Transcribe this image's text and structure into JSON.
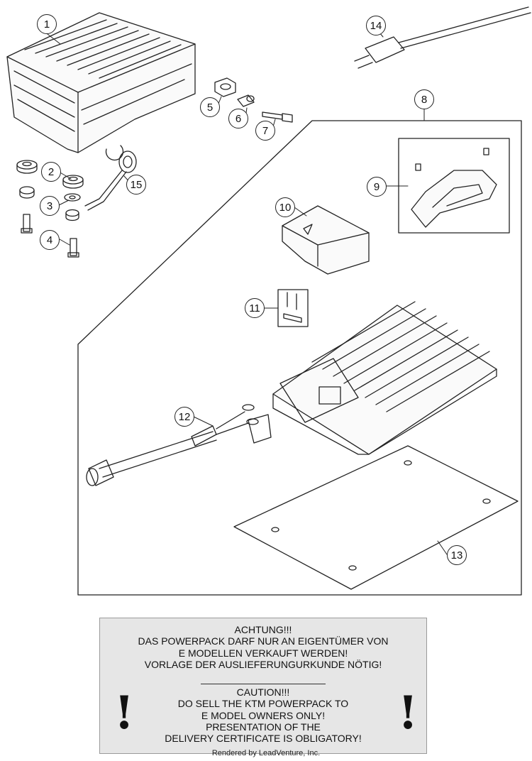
{
  "callouts": [
    "1",
    "2",
    "3",
    "4",
    "5",
    "6",
    "7",
    "8",
    "9",
    "10",
    "11",
    "12",
    "13",
    "14",
    "15"
  ],
  "warning": {
    "german": [
      "ACHTUNG!!!",
      "DAS POWERPACK DARF NUR AN EIGENTÜMER VON",
      "E MODELLEN VERKAUFT WERDEN!",
      "VORLAGE DER AUSLIEFERUNGURKUNDE NÖTIG!"
    ],
    "english": [
      "CAUTION!!!",
      "DO SELL THE KTM POWERPACK TO",
      "E MODEL OWNERS ONLY!",
      "PRESENTATION OF THE",
      "DELIVERY CERTIFICATE IS OBLIGATORY!"
    ],
    "exclamation": "!"
  },
  "footer": "Rendered by LeadVenture, Inc."
}
